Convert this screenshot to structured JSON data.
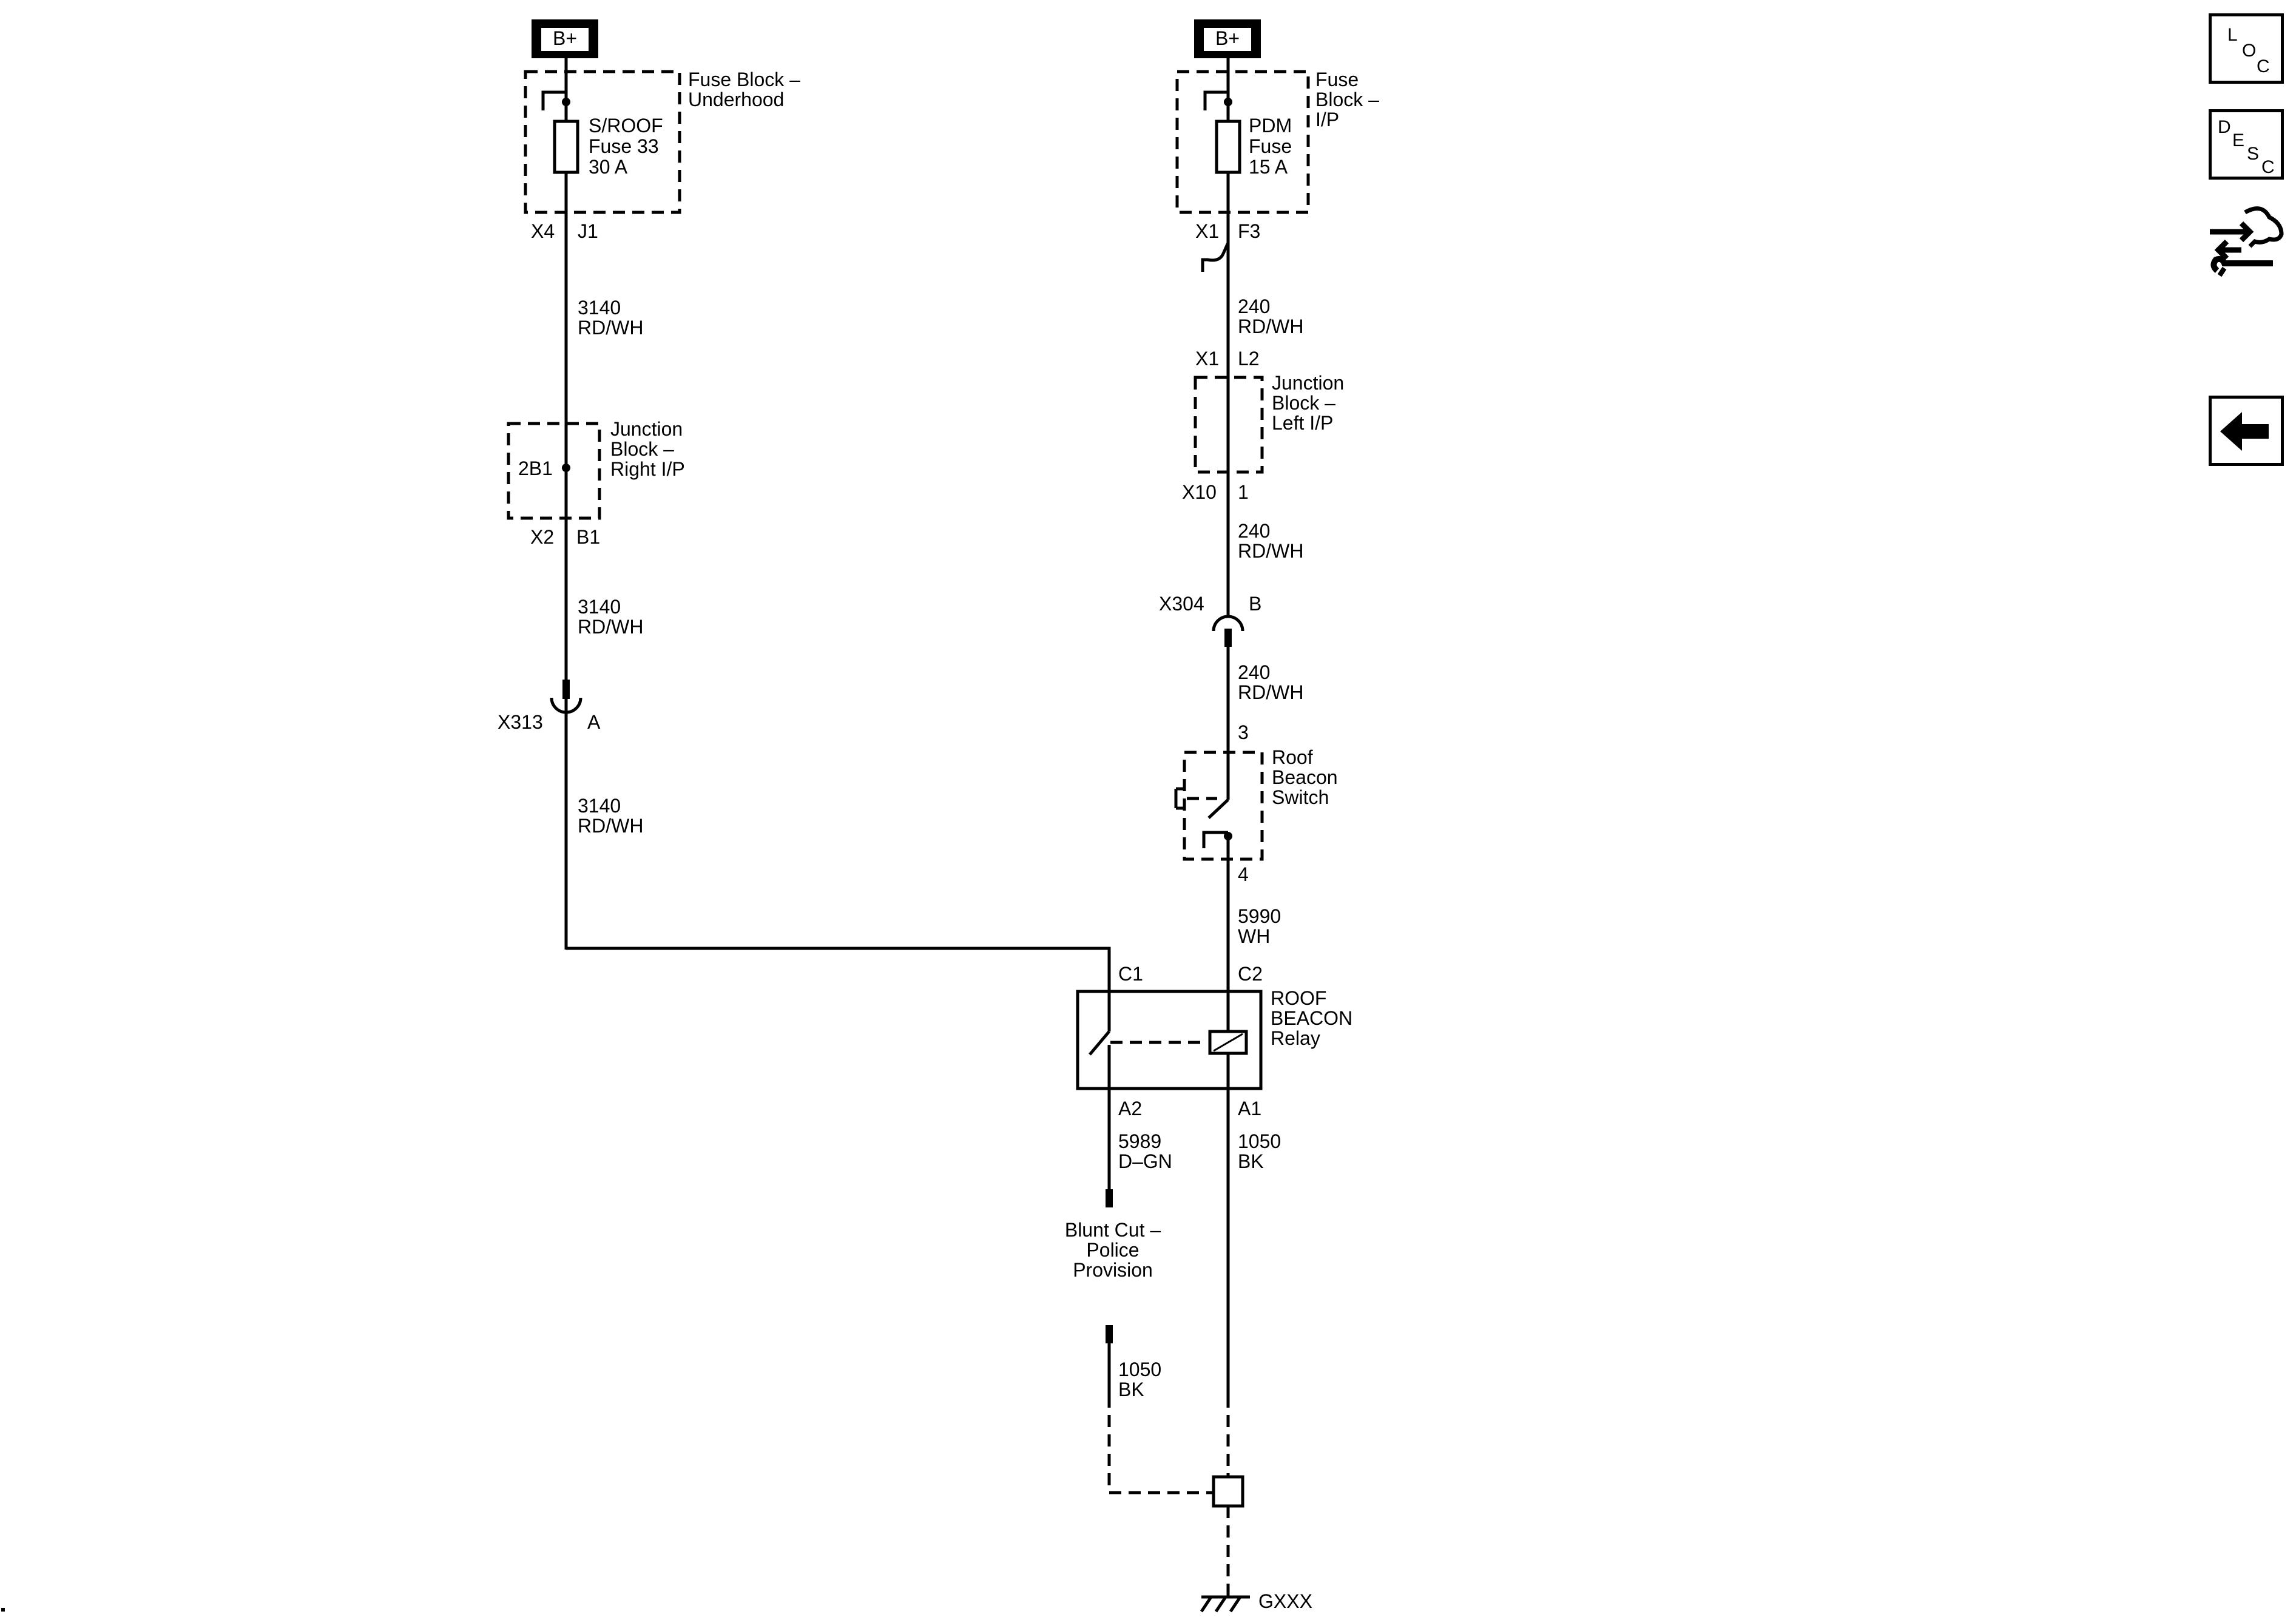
{
  "power": {
    "b_plus_left": "B+",
    "b_plus_right": "B+"
  },
  "fuse_block_underhood": {
    "name_line1": "Fuse Block –",
    "name_line2": "Underhood",
    "fuse_line1": "S/ROOF",
    "fuse_line2": "Fuse 33",
    "fuse_line3": "30 A",
    "conn": "X4",
    "pin": "J1"
  },
  "fuse_block_ip": {
    "name_line1": "Fuse",
    "name_line2": "Block –",
    "name_line3": "I/P",
    "fuse_line1": "PDM",
    "fuse_line2": "Fuse",
    "fuse_line3": "15 A",
    "conn": "X1",
    "pin": "F3"
  },
  "wires": {
    "w3140_a_num": "3140",
    "w3140_a_color": "RD/WH",
    "w3140_b_num": "3140",
    "w3140_b_color": "RD/WH",
    "w3140_c_num": "3140",
    "w3140_c_color": "RD/WH",
    "w240_a_num": "240",
    "w240_a_color": "RD/WH",
    "w240_b_num": "240",
    "w240_b_color": "RD/WH",
    "w240_c_num": "240",
    "w240_c_color": "RD/WH",
    "w5990_num": "5990",
    "w5990_color": "WH",
    "w5989_num": "5989",
    "w5989_color": "D–GN",
    "w1050_a_num": "1050",
    "w1050_a_color": "BK",
    "w1050_b_num": "1050",
    "w1050_b_color": "BK"
  },
  "junction_right": {
    "name_line1": "Junction",
    "name_line2": "Block –",
    "name_line3": "Right I/P",
    "inner": "2B1",
    "conn": "X2",
    "pin": "B1"
  },
  "junction_left": {
    "name_line1": "Junction",
    "name_line2": "Block –",
    "name_line3": "Left I/P",
    "conn_top": "X1",
    "pin_top": "L2",
    "conn_bottom": "X10",
    "pin_bottom": "1"
  },
  "connectors": {
    "x313": "X313",
    "x313_pin": "A",
    "x304": "X304",
    "x304_pin": "B"
  },
  "roof_switch": {
    "name_line1": "Roof",
    "name_line2": "Beacon",
    "name_line3": "Switch",
    "pin_top": "3",
    "pin_bottom": "4"
  },
  "relay": {
    "name_line1": "ROOF",
    "name_line2": "BEACON",
    "name_line3": "Relay",
    "pin_c1": "C1",
    "pin_c2": "C2",
    "pin_a2": "A2",
    "pin_a1": "A1"
  },
  "blunt_cut": {
    "line1": "Blunt Cut –",
    "line2": "Police",
    "line3": "Provision"
  },
  "ground": {
    "label": "GXXX"
  },
  "nav": {
    "loc": {
      "l1": "L",
      "l2": "O",
      "l3": "C",
      "icon": "location-icon"
    },
    "desc": {
      "l1": "D",
      "l2": "E",
      "l3": "S",
      "l4": "C",
      "icon": "description-icon"
    },
    "diag_icon": "diagnostic-hand-wrench-icon",
    "back_icon": "back-arrow-icon"
  }
}
